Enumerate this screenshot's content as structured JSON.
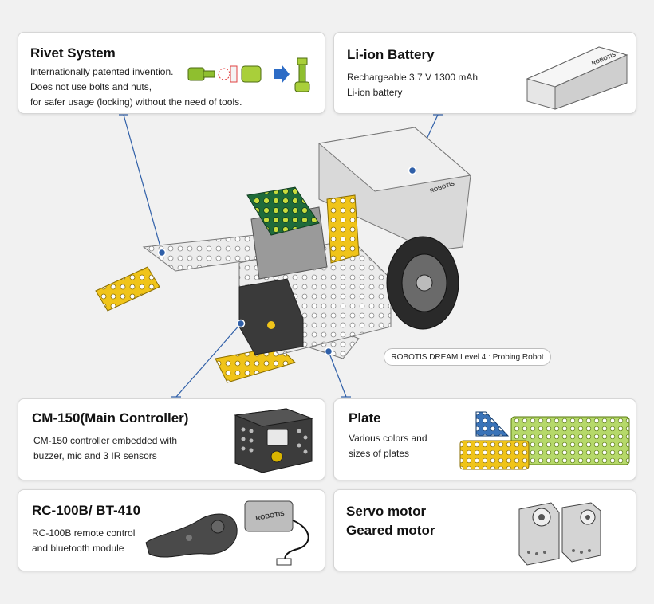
{
  "cards": {
    "rivet": {
      "title": "Rivet System",
      "lines": [
        "Internationally patented invention.",
        "Does not use bolts and nuts,",
        "for safer usage (locking) without the need of tools."
      ],
      "illustration": "rivet-parts-icon"
    },
    "battery": {
      "title": "Li-ion Battery",
      "lines": [
        "Rechargeable 3.7 V 1300 mAh",
        "Li-ion battery"
      ],
      "illustration": "battery-pack-icon",
      "label_on_part": "ROBOTIS"
    },
    "controller": {
      "title": "CM-150(Main Controller)",
      "lines": [
        "CM-150 controller embedded with",
        "buzzer, mic and 3 IR sensors"
      ],
      "illustration": "controller-box-icon"
    },
    "plate": {
      "title": "Plate",
      "lines": [
        "Various colors and",
        "sizes of plates"
      ],
      "illustration": "plates-icon"
    },
    "remote": {
      "title": "RC-100B/ BT-410",
      "lines": [
        "RC-100B remote control",
        "and bluetooth module"
      ],
      "illustration": "gamepad-and-module-icon",
      "label_on_part": "ROBOTIS"
    },
    "servo": {
      "title_line1": "Servo motor",
      "title_line2": "Geared motor",
      "illustration": "motors-icon"
    }
  },
  "robot_caption": "ROBOTIS DREAM Level 4 : Probing Robot",
  "colors": {
    "background": "#f1f1f1",
    "card": "#ffffff",
    "connector": "#2f5fa8",
    "plate_white": "#e9e9e9",
    "plate_yellow": "#f0c419",
    "plate_green": "#b6d96a",
    "plate_blue": "#3a73b8",
    "module_green": "#1f6b3a",
    "controller_dark": "#3a3a3a",
    "arrow_blue": "#2d6cc6"
  }
}
